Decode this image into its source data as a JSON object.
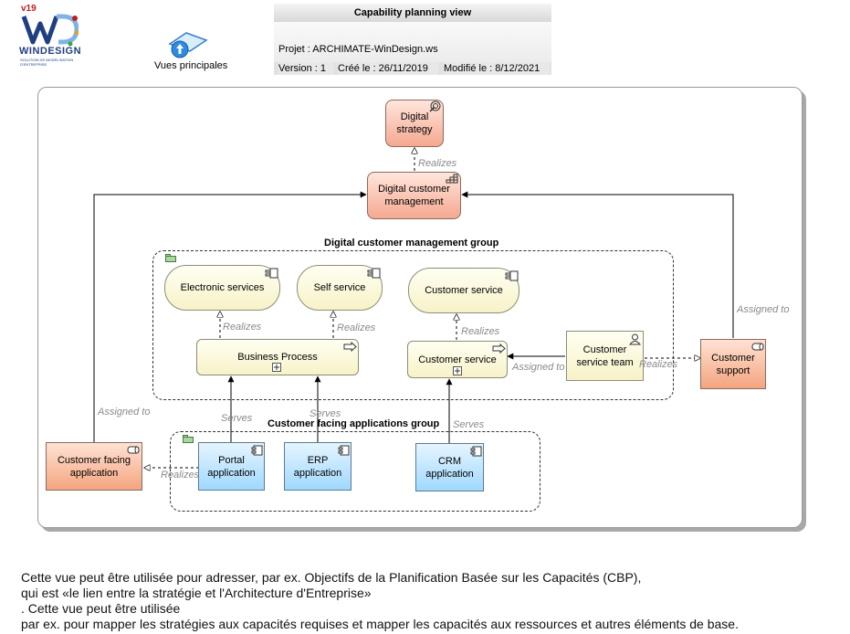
{
  "logo": {
    "version": "v19",
    "brand": "WINDESIGN",
    "tagline": "SOLUTION DE MODÉLISATION D'ENTREPRISE"
  },
  "nav": {
    "main_views_label": "Vues principales",
    "main_views_icon": "up-arrow-icon"
  },
  "header": {
    "title": "Capability planning view",
    "project": "Projet : ARCHIMATE-WinDesign.ws",
    "version": "Version : 1",
    "created": "Créé le : 26/11/2019",
    "modified": "Modifié le : 8/12/2021"
  },
  "groups": {
    "digital": "Digital customer management group",
    "apps": "Customer facing applications group"
  },
  "elements": {
    "digital_strategy": "Digital strategy",
    "digital_customer_management": "Digital customer management",
    "electronic_services": "Electronic services",
    "self_service": "Self service",
    "customer_service_svc": "Customer service",
    "business_process": "Business Process",
    "customer_service_proc": "Customer service",
    "customer_service_team": "Customer service team",
    "customer_support": "Customer support",
    "customer_facing_app": "Customer facing application",
    "portal_app": "Portal application",
    "erp_app": "ERP application",
    "crm_app": "CRM application"
  },
  "relations": {
    "realizes": "Realizes",
    "serves": "Serves",
    "assigned_to": "Assigned to"
  },
  "colors": {
    "strategy": "#f5a890",
    "business": "#f7f2c8",
    "application": "#9fd8ff",
    "logo_blue": "#1f3f80",
    "logo_red": "#c21b1b"
  },
  "description": [
    "Cette vue peut être utilisée pour adresser, par ex. Objectifs de la Planification Basée sur les Capacités (CBP),",
    "qui est «le lien entre la stratégie et l'Architecture d'Entreprise»",
    ". Cette vue peut être utilisée",
    "par ex. pour mapper les stratégies aux capacités requises et mapper les capacités aux ressources et autres éléments de base."
  ]
}
